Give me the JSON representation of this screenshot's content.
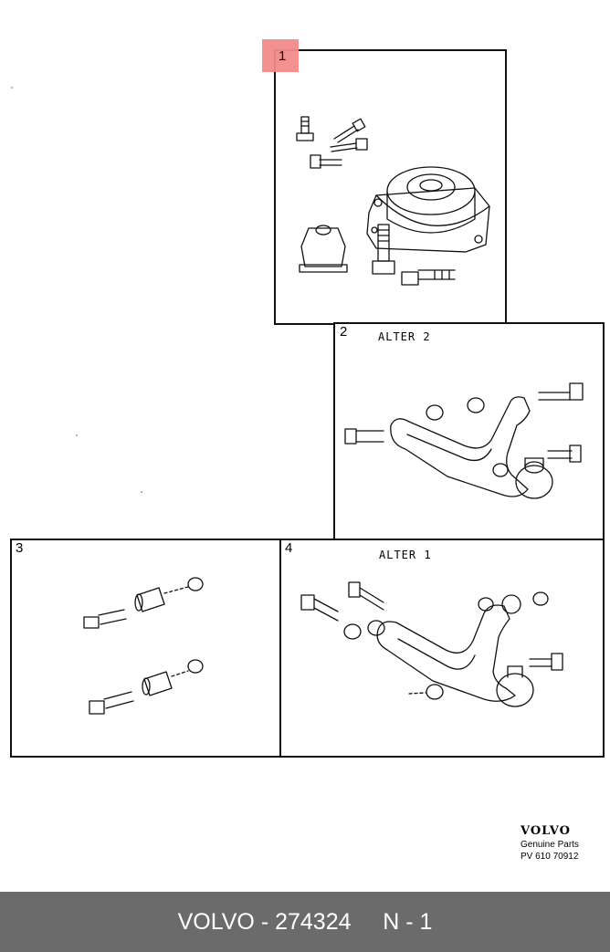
{
  "diagram": {
    "panels": [
      {
        "number": "1",
        "alter": ""
      },
      {
        "number": "2",
        "alter": "ALTER 2"
      },
      {
        "number": "3",
        "alter": ""
      },
      {
        "number": "4",
        "alter": "ALTER 1"
      }
    ],
    "highlight_color": "#f28a8a"
  },
  "brand": {
    "logo": "VOLVO",
    "line1": "Genuine Parts",
    "line2": "PV 610 70912"
  },
  "footer": {
    "text": "VOLVO - 274324     N - 1",
    "background": "#6b6b6b"
  }
}
